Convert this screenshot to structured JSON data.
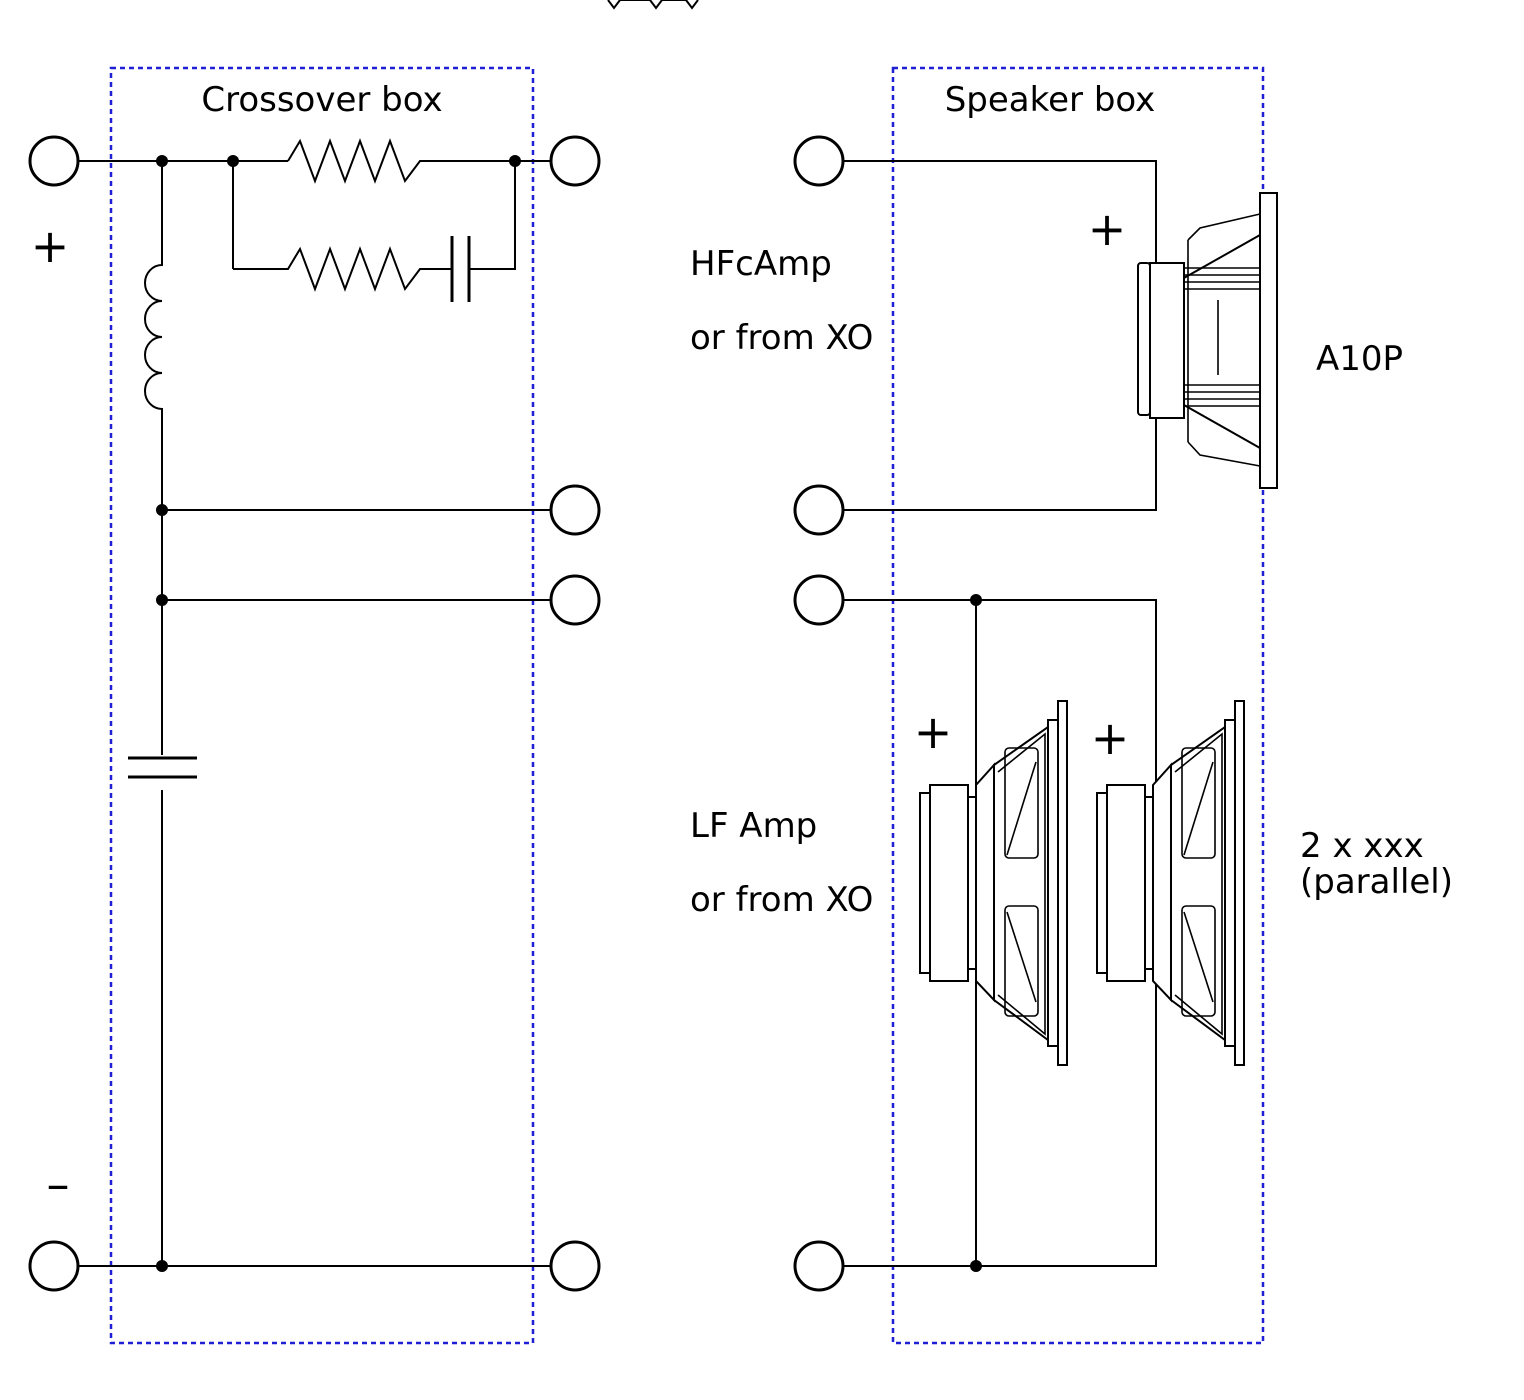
{
  "boxes": {
    "crossover": {
      "label": "Crossover box"
    },
    "speaker": {
      "label": "Speaker box"
    }
  },
  "labels": {
    "input_plus": "+",
    "input_minus": "–",
    "hf_amp": "HFcAmp",
    "hf_from_xo": "or from XO",
    "lf_amp": "LF Amp",
    "lf_from_xo": "or from XO",
    "tweeter_plus": "+",
    "woofer1_plus": "+",
    "woofer2_plus": "+"
  },
  "drivers": {
    "hf": {
      "name": "A10P"
    },
    "lf": {
      "name_line1": "2 x xxx",
      "name_line2": "(parallel)"
    }
  },
  "colors": {
    "box_border": "#1f1fd6",
    "wire": "#000000",
    "background": "#ffffff"
  }
}
